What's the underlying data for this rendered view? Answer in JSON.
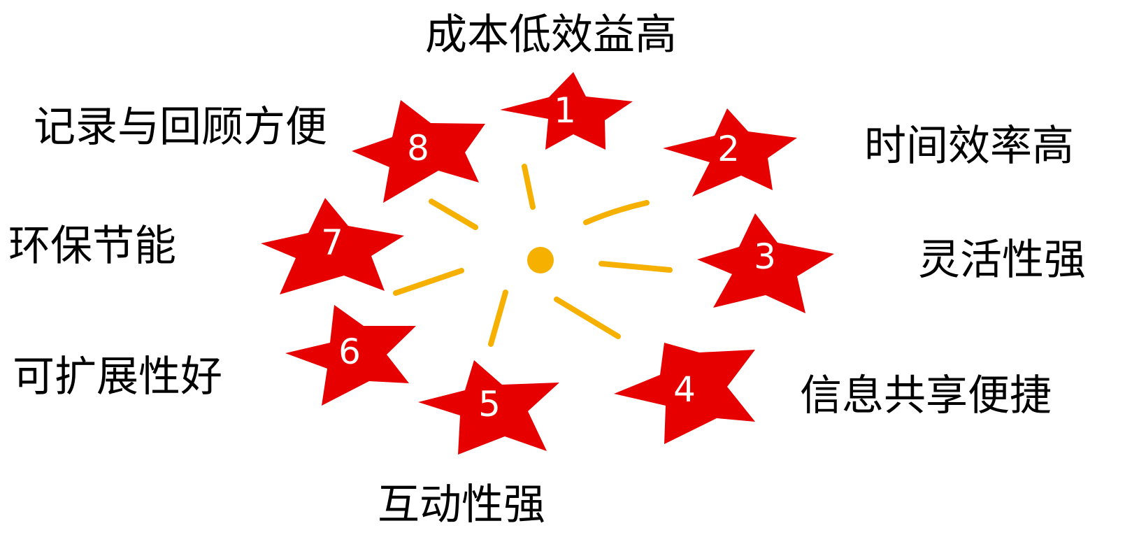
{
  "colors": {
    "star": "#e60000",
    "ray": "#f5b000",
    "center": "#f5b000",
    "label": "#000000",
    "number": "#ffffff"
  },
  "items": [
    {
      "number": "1",
      "label": "成本低效益高"
    },
    {
      "number": "2",
      "label": "时间效率高"
    },
    {
      "number": "3",
      "label": "灵活性强"
    },
    {
      "number": "4",
      "label": "信息共享便捷"
    },
    {
      "number": "5",
      "label": "互动性强"
    },
    {
      "number": "6",
      "label": "可扩展性好"
    },
    {
      "number": "7",
      "label": "环保节能"
    },
    {
      "number": "8",
      "label": "记录与回顾方便"
    }
  ]
}
